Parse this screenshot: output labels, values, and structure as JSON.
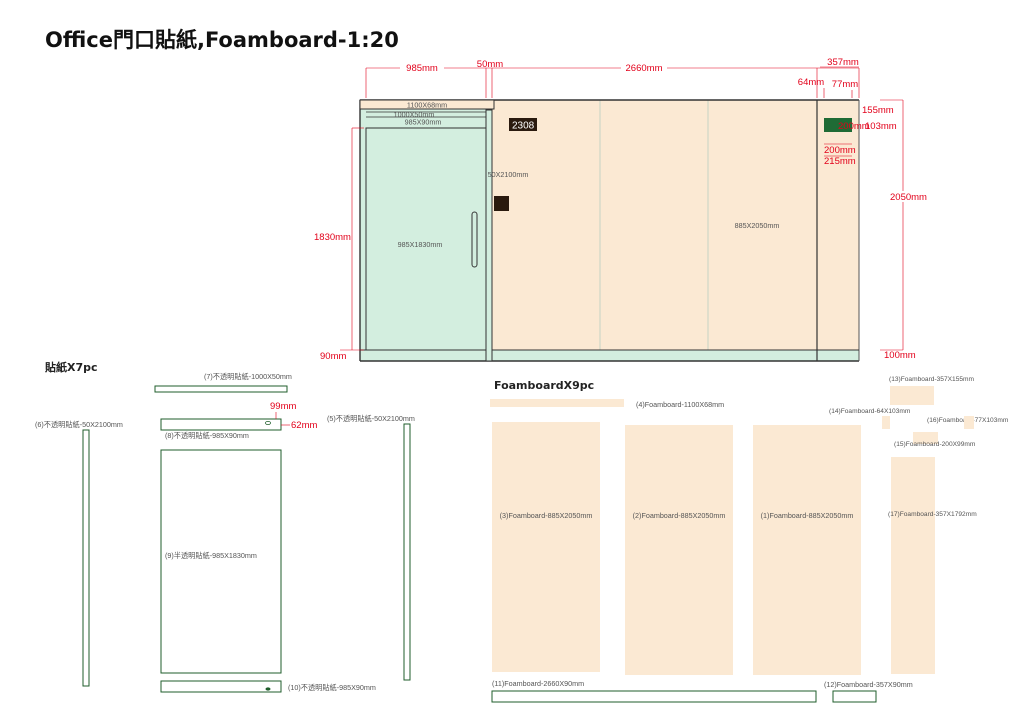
{
  "title": "Office門口貼紙,Foamboard-1:20",
  "elevation": {
    "dims": {
      "d985": "985mm",
      "d50": "50mm",
      "d2660": "2660mm",
      "d357": "357mm",
      "d64": "64mm",
      "d77": "77mm",
      "d155": "155mm",
      "d103": "103mm",
      "d200": "200mm",
      "d215": "215mm",
      "d2050": "2050mm",
      "d1830": "1830mm",
      "d90": "90mm",
      "d100": "100mm"
    },
    "labels": {
      "l1100x68": "1100X68mm",
      "l1000x50": "1000X50mm",
      "l985x90": "985X90mm",
      "l50x2100": "50X2100mm",
      "l985x1830": "985X1830mm",
      "l885x2050": "885X2050mm"
    },
    "room_number": "2308"
  },
  "stickers": {
    "heading": "貼紙X7pc",
    "p6": "(6)不透明貼紙-50X2100mm",
    "p7": "(7)不透明貼紙-1000X50mm",
    "p8": "(8)不透明貼紙-985X90mm",
    "p8_dim_w": "99mm",
    "p8_dim_h": "62mm",
    "p5": "(5)不透明貼紙-50X2100mm",
    "p9": "(9)半透明貼紙-985X1830mm",
    "p10": "(10)不透明貼紙-985X90mm"
  },
  "foamboards": {
    "heading": "FoamboardX9pc",
    "p4": "(4)Foamboard-1100X68mm",
    "p3": "(3)Foamboard-885X2050mm",
    "p2": "(2)Foamboard-885X2050mm",
    "p1": "(1)Foamboard-885X2050mm",
    "p13": "(13)Foamboard-357X155mm",
    "p14": "(14)Foamboard-64X103mm",
    "p16": "(16)Foamboard-77X103mm",
    "p15": "(15)Foamboard-200X99mm",
    "p17": "(17)Foamboard-357X1792mm",
    "p11": "(11)Foamboard-2660X90mm",
    "p12": "(12)Foamboard-357X90mm"
  },
  "colors": {
    "foam": "#fbe9d3",
    "film": "#d3eedf",
    "dimension": "#e2001a",
    "sticker_outline": "#1f5e2b",
    "room_plate": "#2a1a0e",
    "sign_green": "#1f6b35"
  }
}
